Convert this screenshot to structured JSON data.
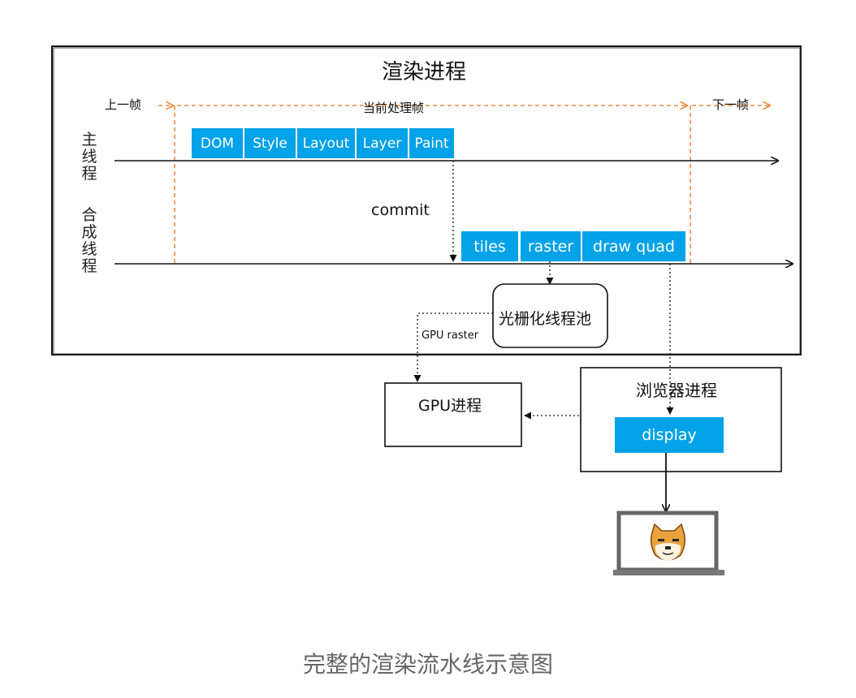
{
  "renderer": {
    "title": "渲染进程",
    "prev_frame": "上一帧",
    "current_frame": "当前处理帧",
    "next_frame": "下一帧",
    "main_thread_label": "主线程",
    "compositor_thread_label": "合成线程",
    "main_stages": [
      "DOM",
      "Style",
      "Layout",
      "Layer",
      "Paint"
    ],
    "commit_label": "commit",
    "compositor_stages": [
      "tiles",
      "raster",
      "draw quad"
    ],
    "raster_pool": "光栅化线程池",
    "gpu_raster": "GPU raster"
  },
  "gpu_process": {
    "label": "GPU进程"
  },
  "browser_process": {
    "label": "浏览器进程",
    "display": "display"
  },
  "monitor": {
    "icon": "doge-face-icon"
  },
  "caption": "完整的渲染流水线示意图",
  "colors": {
    "stage_blue": "#00a2e8",
    "frame_orange": "#f08a3c",
    "caption_gray": "#666666"
  }
}
